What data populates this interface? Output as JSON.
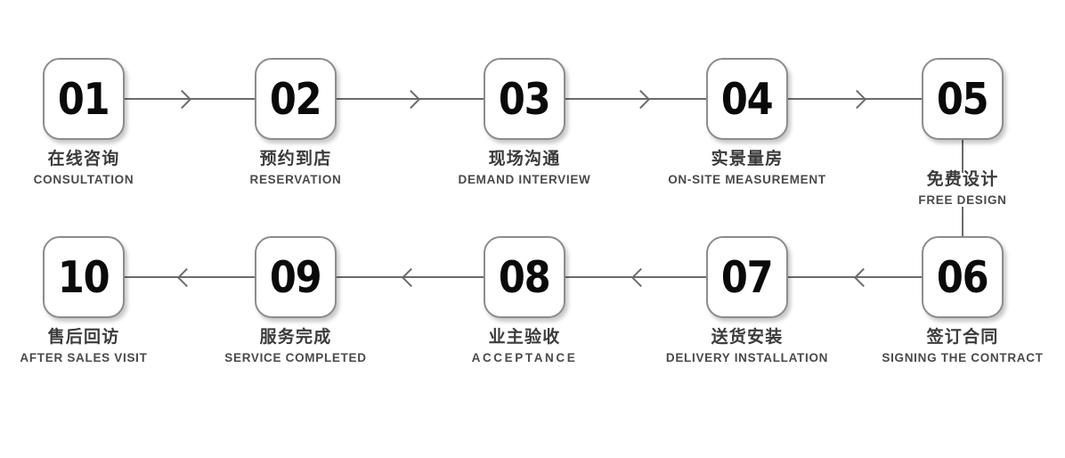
{
  "diagram": {
    "title": "Service Process Flowchart",
    "colors": {
      "line": "#6b6b6b",
      "box_border": "#8c8c8c",
      "number": "#0a0a0a",
      "caption_cn": "#3b3b3b",
      "caption_en": "#4a4a4a",
      "background": "#ffffff"
    },
    "steps": [
      {
        "number": "01",
        "cn": "在线咨询",
        "en": "CONSULTATION"
      },
      {
        "number": "02",
        "cn": "预约到店",
        "en": "RESERVATION"
      },
      {
        "number": "03",
        "cn": "现场沟通",
        "en": "DEMAND INTERVIEW"
      },
      {
        "number": "04",
        "cn": "实景量房",
        "en": "ON-SITE MEASUREMENT"
      },
      {
        "number": "05",
        "cn": "免费设计",
        "en": "FREE DESIGN"
      },
      {
        "number": "06",
        "cn": "签订合同",
        "en": "SIGNING THE CONTRACT"
      },
      {
        "number": "07",
        "cn": "送货安装",
        "en": "DELIVERY INSTALLATION"
      },
      {
        "number": "08",
        "cn": "业主验收",
        "en": "ACCEPTANCE"
      },
      {
        "number": "09",
        "cn": "服务完成",
        "en": "SERVICE COMPLETED"
      },
      {
        "number": "10",
        "cn": "售后回访",
        "en": "AFTER SALES VISIT"
      }
    ]
  }
}
